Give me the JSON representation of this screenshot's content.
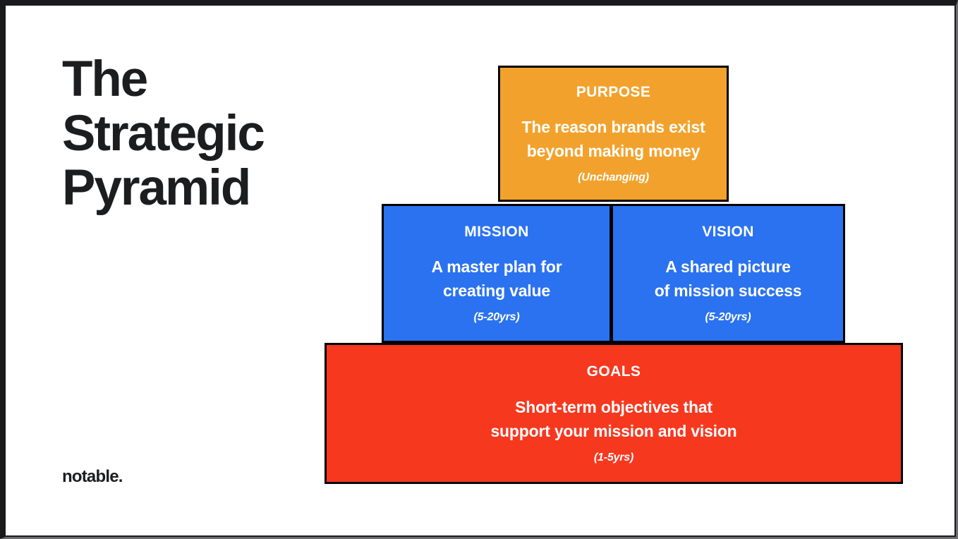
{
  "slide": {
    "title_lines": [
      "The",
      "Strategic",
      "Pyramid"
    ],
    "logo": "notable.",
    "colors": {
      "purpose": "#F2A22C",
      "mission_vision": "#2B72F0",
      "goals": "#F6381F",
      "border": "#000000",
      "title_text": "#1c1d1f",
      "block_text": "#ffffff",
      "background": "#ffffff"
    }
  },
  "pyramid": {
    "levels": [
      {
        "id": "purpose",
        "header": "PURPOSE",
        "body_lines": [
          "The reason brands exist",
          "beyond making money"
        ],
        "note": "(Unchanging)"
      },
      {
        "id": "mission",
        "header": "MISSION",
        "body_lines": [
          "A master plan for",
          "creating value"
        ],
        "note": "(5-20yrs)"
      },
      {
        "id": "vision",
        "header": "VISION",
        "body_lines": [
          "A shared picture",
          "of mission success"
        ],
        "note": "(5-20yrs)"
      },
      {
        "id": "goals",
        "header": "GOALS",
        "body_lines": [
          "Short-term objectives that",
          "support your mission and vision"
        ],
        "note": "(1-5yrs)"
      }
    ]
  }
}
